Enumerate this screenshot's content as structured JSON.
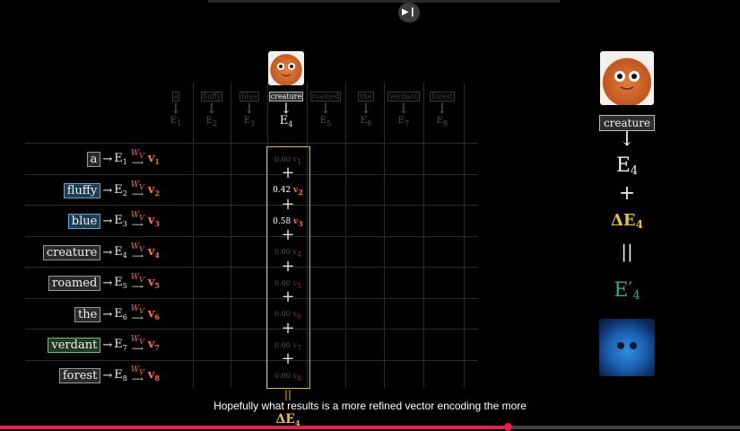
{
  "columns": [
    "a",
    "fluffy",
    "blue",
    "creature",
    "roamed",
    "the",
    "verdant",
    "forest"
  ],
  "active_column": "creature",
  "rows": [
    {
      "word": "a",
      "style": "gray",
      "E": "E",
      "sub": "1",
      "W": "W",
      "Wsub": "V",
      "v": "v",
      "vsub": "1",
      "weight": "0.00"
    },
    {
      "word": "fluffy",
      "style": "blue",
      "E": "E",
      "sub": "2",
      "W": "W",
      "Wsub": "V",
      "v": "v",
      "vsub": "2",
      "weight": "0.42"
    },
    {
      "word": "blue",
      "style": "blue",
      "E": "E",
      "sub": "3",
      "W": "W",
      "Wsub": "V",
      "v": "v",
      "vsub": "3",
      "weight": "0.58"
    },
    {
      "word": "creature",
      "style": "gray",
      "E": "E",
      "sub": "4",
      "W": "W",
      "Wsub": "V",
      "v": "v",
      "vsub": "4",
      "weight": "0.00"
    },
    {
      "word": "roamed",
      "style": "gray",
      "E": "E",
      "sub": "5",
      "W": "W",
      "Wsub": "V",
      "v": "v",
      "vsub": "5",
      "weight": "0.00"
    },
    {
      "word": "the",
      "style": "gray",
      "E": "E",
      "sub": "6",
      "W": "W",
      "Wsub": "V",
      "v": "v",
      "vsub": "6",
      "weight": "0.00"
    },
    {
      "word": "verdant",
      "style": "green",
      "E": "E",
      "sub": "7",
      "W": "W",
      "Wsub": "V",
      "v": "v",
      "vsub": "7",
      "weight": "0.00"
    },
    {
      "word": "forest",
      "style": "gray",
      "E": "E",
      "sub": "8",
      "W": "W",
      "Wsub": "V",
      "v": "v",
      "vsub": "8",
      "weight": "0.00"
    }
  ],
  "right_panel": {
    "word": "creature",
    "E": "E",
    "E_sub": "4",
    "plus": "+",
    "delta": "ΔE",
    "delta_sub": "4",
    "equals": "||",
    "E_prime": "E",
    "E_prime_sub": "4",
    "prime": "′"
  },
  "bottom_label": {
    "equals": "||",
    "delta": "ΔE",
    "sub": "4"
  },
  "subtitle": "Hopefully what results is a more refined vector encoding the more",
  "player": {
    "skip_icon": "skip-next-icon",
    "progress_fraction": 0.686,
    "accent": "#e0214f"
  },
  "colors": {
    "value_red": "#ff6b55",
    "highlight_yellow": "#d9c04a",
    "delta_gold": "#e0c24a",
    "prime_teal": "#3fa58a",
    "fluffy_blue": "#5aa9d6",
    "verdant_green": "#6bbf6b"
  }
}
